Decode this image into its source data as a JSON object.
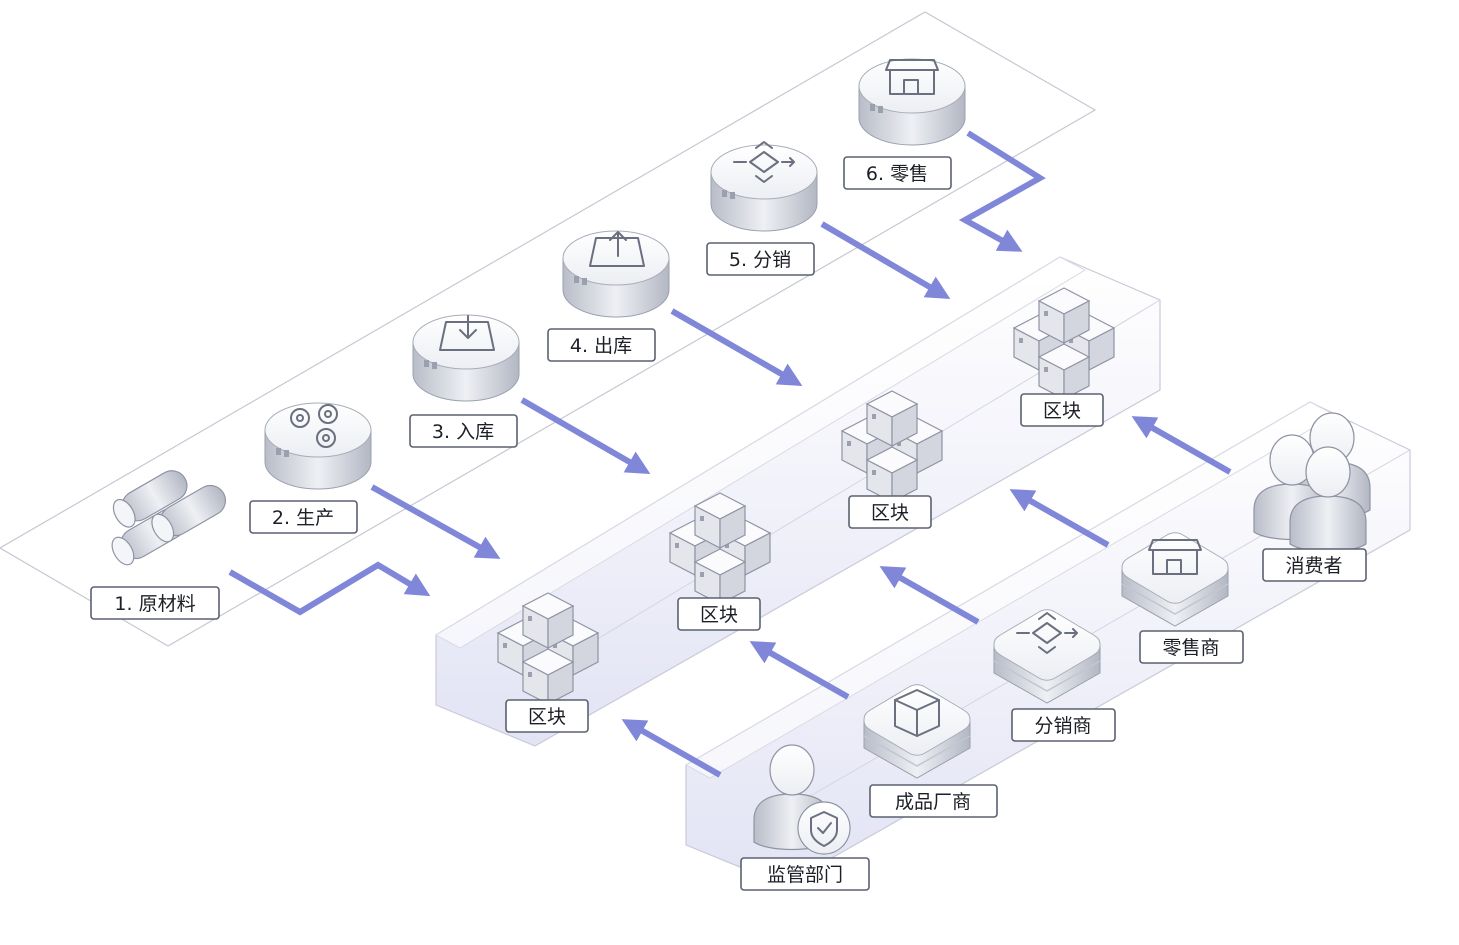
{
  "colors": {
    "arrow": "#8087d9",
    "lane_fill": "#e7e8f6",
    "lane_stroke": "#c9cad8",
    "label_border": "#5a6170",
    "node_top": "#f6f7fa",
    "node_side": "#cfd2da"
  },
  "process": [
    {
      "label": "1. 原材料",
      "icon": "pipes-icon"
    },
    {
      "label": "2. 生产",
      "icon": "gears-icon"
    },
    {
      "label": "3. 入库",
      "icon": "inbox-import-icon"
    },
    {
      "label": "4. 出库",
      "icon": "outbox-export-icon"
    },
    {
      "label": "5. 分销",
      "icon": "distribute-arrows-icon"
    },
    {
      "label": "6. 零售",
      "icon": "storefront-icon"
    }
  ],
  "blocks": [
    {
      "label": "区块",
      "icon": "cubes-icon"
    },
    {
      "label": "区块",
      "icon": "cubes-icon"
    },
    {
      "label": "区块",
      "icon": "cubes-icon"
    },
    {
      "label": "区块",
      "icon": "cubes-icon"
    }
  ],
  "participants": [
    {
      "label": "监管部门",
      "icon": "regulator-shield-icon"
    },
    {
      "label": "成品厂商",
      "icon": "package-box-icon"
    },
    {
      "label": "分销商",
      "icon": "distribute-arrows-icon"
    },
    {
      "label": "零售商",
      "icon": "storefront-icon"
    },
    {
      "label": "消费者",
      "icon": "user-group-icon"
    }
  ]
}
